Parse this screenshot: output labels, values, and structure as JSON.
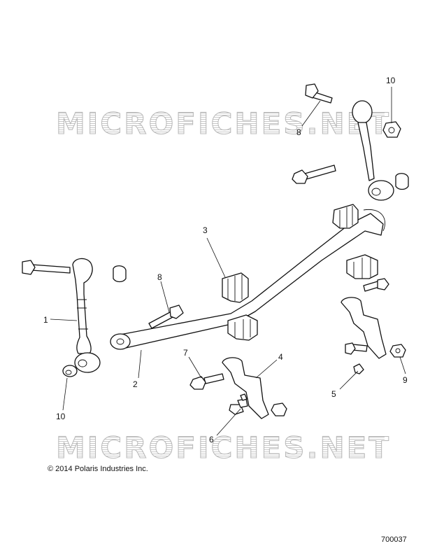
{
  "watermark": {
    "text": "MICROFICHES.NET"
  },
  "callouts": [
    {
      "id": "c1",
      "text": "1"
    },
    {
      "id": "c2",
      "text": "2"
    },
    {
      "id": "c3",
      "text": "3"
    },
    {
      "id": "c4",
      "text": "4"
    },
    {
      "id": "c5",
      "text": "5"
    },
    {
      "id": "c6",
      "text": "6"
    },
    {
      "id": "c7",
      "text": "7"
    },
    {
      "id": "c8a",
      "text": "8"
    },
    {
      "id": "c8b",
      "text": "8"
    },
    {
      "id": "c9",
      "text": "9"
    },
    {
      "id": "c10a",
      "text": "10"
    },
    {
      "id": "c10b",
      "text": "10"
    }
  ],
  "footer": {
    "copyright": "© 2014 Polaris Industries Inc.",
    "document_number": "700037"
  }
}
